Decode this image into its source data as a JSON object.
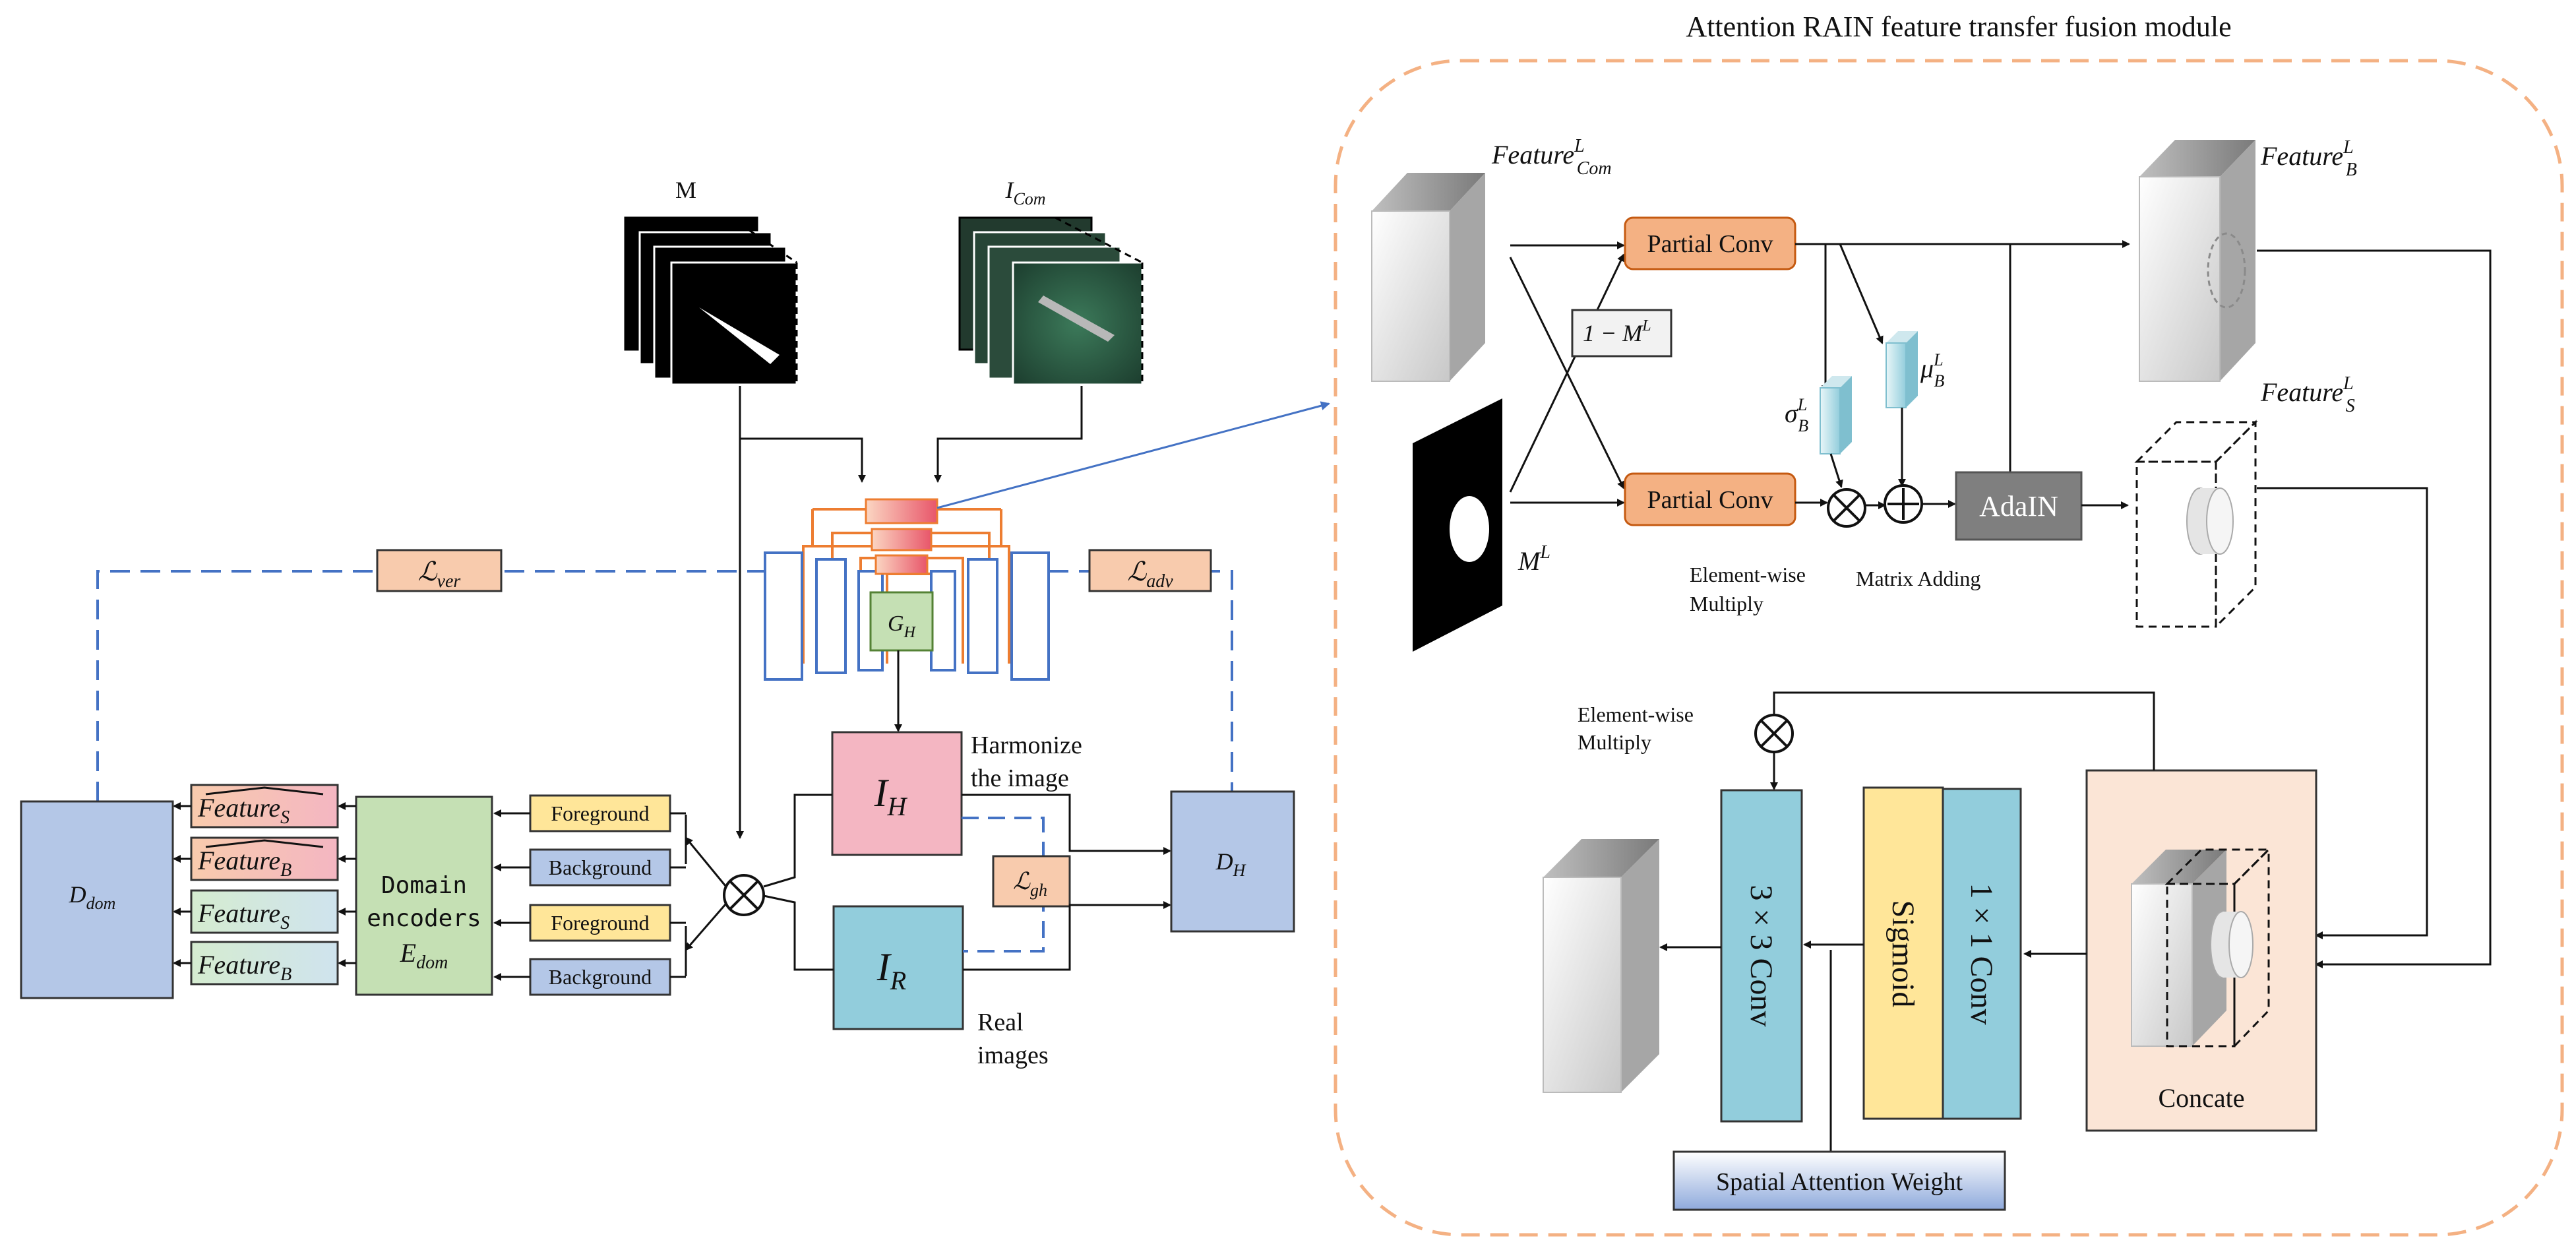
{
  "module_title": "Attention RAIN feature transfer fusion module",
  "inputs": {
    "mask_label": "M",
    "composite_label": "I",
    "composite_sub": "Com"
  },
  "generator": {
    "label": "G",
    "sub": "H"
  },
  "losses": {
    "ver": {
      "sym": "ℒ",
      "sub": "ver"
    },
    "adv": {
      "sym": "ℒ",
      "sub": "adv"
    },
    "gh": {
      "sym": "ℒ",
      "sub": "gh"
    }
  },
  "images": {
    "harmonized": {
      "label": "I",
      "sub": "H",
      "caption_lines": [
        "Harmonize",
        "the image"
      ]
    },
    "real": {
      "label": "I",
      "sub": "R",
      "caption_lines": [
        "Real",
        "images"
      ]
    }
  },
  "discriminators": {
    "dh": {
      "label": "D",
      "sub": "H"
    },
    "ddom": {
      "label": "D",
      "sub": "dom"
    }
  },
  "encoder": {
    "lines": [
      "Domain",
      "encoders"
    ],
    "label": "E",
    "sub": "dom"
  },
  "region_boxes": [
    "Foreground",
    "Background",
    "Foreground",
    "Background"
  ],
  "feature_boxes": [
    {
      "label": "Feature",
      "sub": "S"
    },
    {
      "label": "Feature",
      "sub": "B"
    },
    {
      "label": "Feature",
      "sub": "S"
    },
    {
      "label": "Feature",
      "sub": "B"
    }
  ],
  "module": {
    "feature_com": {
      "label": "Feature",
      "sup": "L",
      "sub": "Com"
    },
    "feature_b": {
      "label": "Feature",
      "sup": "L",
      "sub": "B"
    },
    "feature_s": {
      "label": "Feature",
      "sup": "L",
      "sub": "S"
    },
    "mask_l": {
      "label": "M",
      "sup": "L"
    },
    "one_minus_m": {
      "prefix": "1 − M",
      "sup": "L"
    },
    "partial_conv": "Partial Conv",
    "sigma": {
      "label": "σ",
      "sup": "L",
      "sub": "B"
    },
    "mu": {
      "label": "μ",
      "sup": "L",
      "sub": "B"
    },
    "adain": "AdaIN",
    "element_wise_lines": [
      "Element-wise",
      "Multiply"
    ],
    "matrix_adding": "Matrix Adding",
    "conv3": "3 × 3 Conv",
    "sigmoid": "Sigmoid",
    "conv1": "1 × 1 Conv",
    "concate": "Concate",
    "spatial_attention": "Spatial Attention Weight"
  },
  "colors": {
    "module_border": "#f4b183",
    "dashed_blue": "#4472c4",
    "loss_fill": "#f8cbad",
    "discriminator_fill": "#b4c7e7",
    "encoder_fill": "#c5e0b4",
    "harmonized_fill": "#f4b6c2",
    "real_fill": "#92cddc",
    "foreground_fill": "#ffe699",
    "background_fill": "#b4c7e7",
    "partial_conv_fill": "#f4b183",
    "adain_fill": "#7f7f7f",
    "conv_fill": "#92cddc",
    "sigmoid_fill": "#ffe699",
    "concate_fill": "#fbe5d6"
  }
}
